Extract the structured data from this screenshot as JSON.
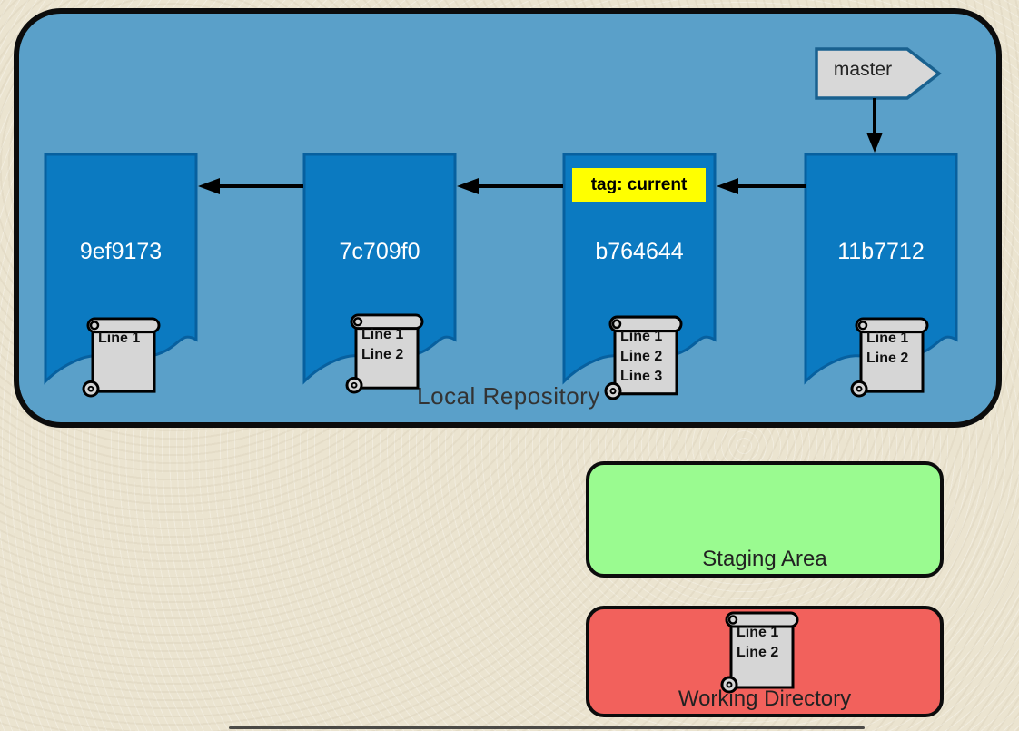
{
  "local_repository": {
    "label": "Local Repository",
    "fill_color": "#5aa0c9",
    "branch_pointer": {
      "label": "master",
      "fill_color": "#d8d8d8",
      "border_color": "#19618f"
    },
    "tag": {
      "label": "tag: current",
      "fill_color": "#ffff00"
    },
    "commit_fill_color": "#0b7ac1",
    "commit_border_color": "#07609f",
    "commits": [
      {
        "id": "9ef9173",
        "file_lines": [
          "Line 1"
        ]
      },
      {
        "id": "7c709f0",
        "file_lines": [
          "Line 1",
          "Line 2"
        ]
      },
      {
        "id": "b764644",
        "file_lines": [
          "Line 1",
          "Line 2",
          "Line 3"
        ]
      },
      {
        "id": "11b7712",
        "file_lines": [
          "Line 1",
          "Line 2"
        ]
      }
    ]
  },
  "staging_area": {
    "label": "Staging Area",
    "fill_color": "#9afb90"
  },
  "working_directory": {
    "label": "Working Directory",
    "fill_color": "#f2615c",
    "file_lines": [
      "Line 1",
      "Line 2"
    ]
  },
  "file_scroll_color": "#d6d6d6",
  "background_color": "#ebe4d0"
}
